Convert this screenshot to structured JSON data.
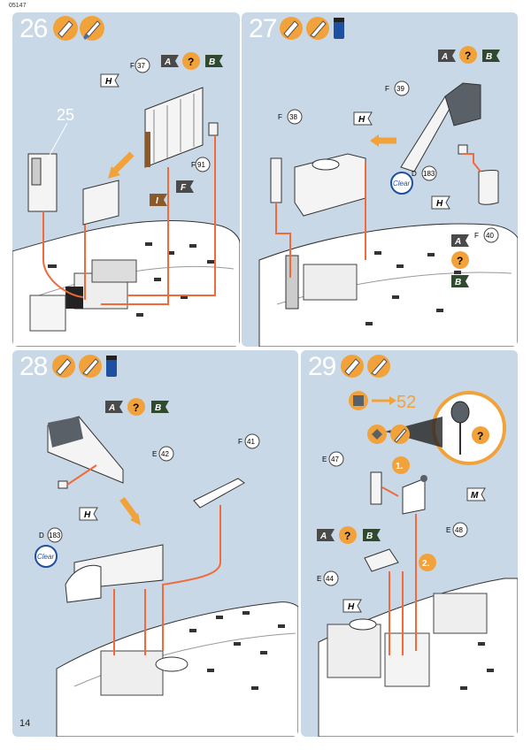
{
  "doc_code": "05147",
  "page_number": "14",
  "colors": {
    "panel": "#c9d8e6",
    "icon_orange": "#f2a23a",
    "arrow": "#f26a3a",
    "paint_dark": "#4a4a4a",
    "paint_brown": "#8b5a2b"
  },
  "steps": [
    {
      "number": "26",
      "icons": [
        "glue-icon",
        "paintbrush-icon"
      ],
      "part_labels": {
        "f37": "37",
        "f91": "91",
        "ref25": "25"
      },
      "letter_f1": "F",
      "letter_f2": "F",
      "paint_codes": [
        "A",
        "?",
        "B",
        "H",
        "F",
        "I"
      ]
    },
    {
      "number": "27",
      "icons": [
        "glue-icon",
        "paintbrush-icon",
        "paint-jar-icon"
      ],
      "part_labels": {
        "f39": "39",
        "f38": "38",
        "d183": "183",
        "f40": "40"
      },
      "letter_f1": "F",
      "letter_f2": "F",
      "letter_f3": "F",
      "letter_d": "D",
      "clear": "Clear",
      "paint_codes": [
        "A",
        "?",
        "B",
        "H",
        "H",
        "A",
        "?",
        "B"
      ]
    },
    {
      "number": "28",
      "icons": [
        "glue-icon",
        "paintbrush-icon",
        "paint-jar-icon"
      ],
      "part_labels": {
        "e42": "42",
        "f41": "41",
        "d183": "183"
      },
      "letter_e": "E",
      "letter_f": "F",
      "letter_d": "D",
      "clear": "Clear",
      "paint_codes": [
        "A",
        "?",
        "B",
        "H"
      ]
    },
    {
      "number": "29",
      "icons": [
        "glue-icon",
        "paintbrush-icon"
      ],
      "ref_step": "52",
      "part_labels": {
        "e47": "47",
        "e48": "48",
        "e44": "44"
      },
      "letter_e1": "E",
      "letter_e2": "E",
      "letter_e3": "E",
      "substeps": [
        "1.",
        "2."
      ],
      "paint_codes": [
        "M",
        "A",
        "?",
        "B",
        "H",
        "?"
      ]
    }
  ]
}
